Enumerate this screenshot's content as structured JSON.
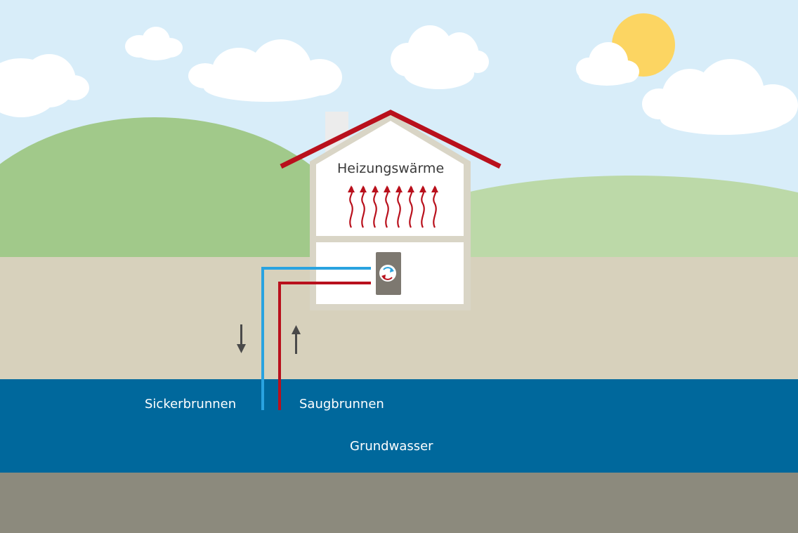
{
  "labels": {
    "heating_heat": "Heizungswärme",
    "infiltration_well": "Sickerbrunnen",
    "suction_well": "Saugbrunnen",
    "groundwater": "Grundwasser"
  },
  "colors": {
    "sky": "#d8edf9",
    "cloud": "#ffffff",
    "sun": "#fcd562",
    "hill_back": "#a1c98a",
    "hill_front": "#bcd9a8",
    "soil": "#d7d1bc",
    "groundwater": "#00689c",
    "bedrock": "#8c8a7d",
    "house_wall": "#d9d5c6",
    "house_room": "#ffffff",
    "roof": "#b9101c",
    "chimney": "#ececec",
    "cold_pipe": "#29a3e0",
    "hot_pipe": "#b9101c",
    "heat_pump": "#7d7870",
    "flow_arrow": "#4a4a4a"
  },
  "icons": {
    "heat_pump": "heat-pump-icon",
    "flow_down": "arrow-down-icon",
    "flow_up": "arrow-up-icon",
    "heat_rising": "wavy-arrow-up-icon"
  }
}
